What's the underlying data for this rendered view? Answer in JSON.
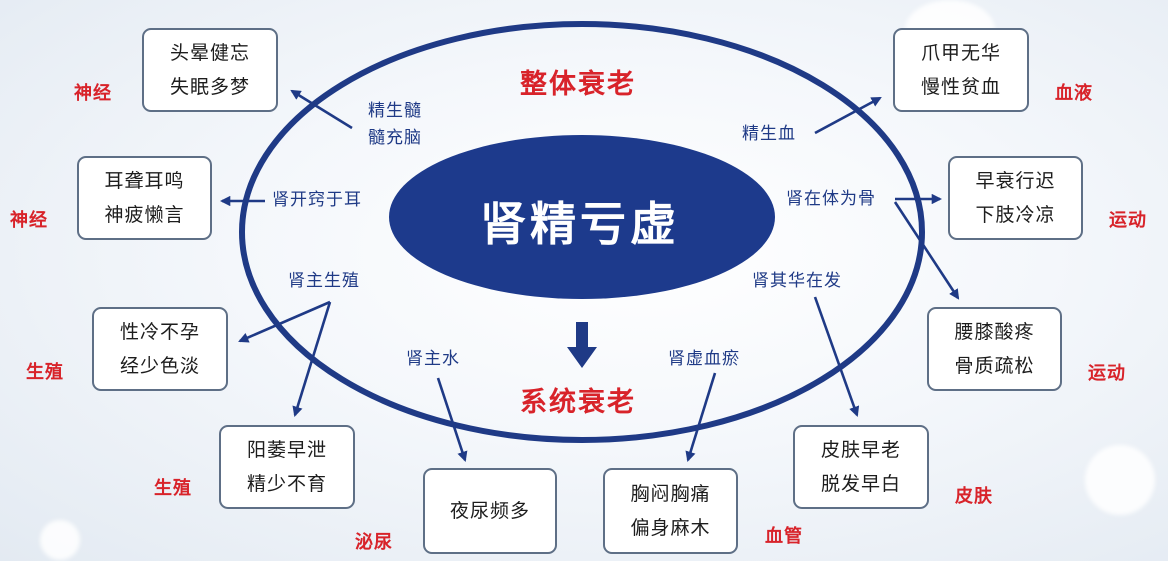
{
  "center": "肾精亏虚",
  "top_heading": "整体衰老",
  "bottom_heading": "系统衰老",
  "mechanisms": {
    "jingsheng_sui": [
      "精生髓",
      "髓充脑"
    ],
    "kaiqiao": "肾开窍于耳",
    "shengzhi": "肾主生殖",
    "zhushui": "肾主水",
    "xueyu": "肾虚血瘀",
    "huazaifa": "肾其华在发",
    "tiweigu": "肾在体为骨",
    "jingshengxue": "精生血"
  },
  "boxes": {
    "head": [
      "头晕健忘",
      "失眠多梦"
    ],
    "ear": [
      "耳聋耳鸣",
      "神疲懒言"
    ],
    "infertile": [
      "性冷不孕",
      "经少色淡"
    ],
    "impotence": [
      "阳萎早泄",
      "精少不育"
    ],
    "urine": [
      "夜尿频多"
    ],
    "chest": [
      "胸闷胸痛",
      "偏身麻木"
    ],
    "skin": [
      "皮肤早老",
      "脱发早白"
    ],
    "knee": [
      "腰膝酸疼",
      "骨质疏松"
    ],
    "walk": [
      "早衰行迟",
      "下肢冷凉"
    ],
    "nail": [
      "爪甲无华",
      "慢性贫血"
    ]
  },
  "categories": {
    "head": "神经",
    "ear": "神经",
    "infertile": "生殖",
    "impotence": "生殖",
    "urine": "泌尿",
    "chest": "血管",
    "skin": "皮肤",
    "knee": "运动",
    "walk": "运动",
    "nail": "血液"
  },
  "colors": {
    "ellipse_fill": "#1d3a8c",
    "ring": "#1f3a86",
    "arrow": "#1f3a86",
    "category": "#d8232a",
    "box_border": "#5e6f86"
  }
}
